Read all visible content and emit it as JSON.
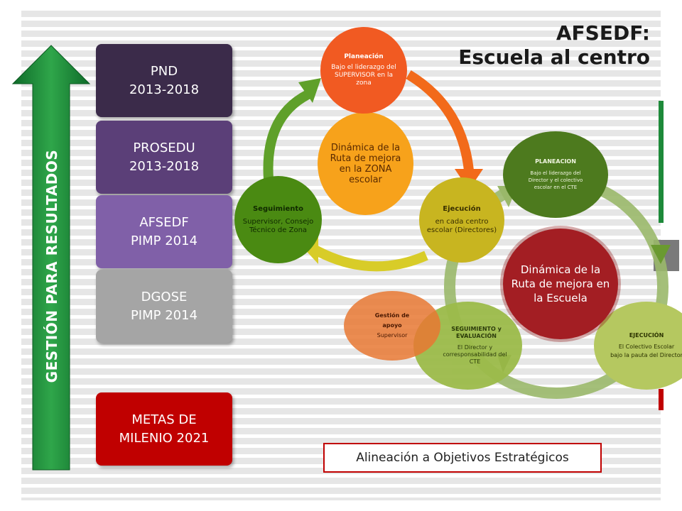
{
  "title": {
    "line1": "AFSEDF:",
    "line2": "Escuela al centro"
  },
  "vertical_label": "GESTIÓN PARA RESULTADOS",
  "blocks": [
    {
      "line1": "PND",
      "line2": "2013-2018"
    },
    {
      "line1": "PROSEDU",
      "line2": "2013-2018"
    },
    {
      "line1": "AFSEDF",
      "line2": "PIMP 2014"
    },
    {
      "line1": "DGOSE",
      "line2": "PIMP 2014"
    }
  ],
  "metas": {
    "line1": "METAS DE",
    "line2": "MILENIO 2021"
  },
  "cycle_zona": {
    "center": "Dinámica de la Ruta de mejora en la ZONA escolar",
    "planeacion": {
      "title": "Planeación",
      "text": "Bajo el liderazgo del SUPERVISOR en la zona"
    },
    "ejecucion": {
      "title": "Ejecución",
      "text": "en cada centro escolar (Directores)"
    },
    "seguimiento": {
      "title": "Seguimiento",
      "text": "Supervisor, Consejo Técnico de Zona"
    }
  },
  "cycle_escuela": {
    "center": "Dinámica de la Ruta de mejora en la Escuela",
    "planeacion": {
      "title": "PLANEACION",
      "text": "Bajo el liderazgo del Director y el colectivo escolar en el CTE"
    },
    "ejecucion": {
      "title": "EJECUCIÓN",
      "text1": "El Colectivo Escolar",
      "text2": "bajo la pauta del Director"
    },
    "seguimiento": {
      "title": "SEGUIMIENTO y EVALUACIÓN",
      "text": "El Director y corresponsabilidad del CTE"
    }
  },
  "gestion": {
    "title": "Gestión de apoyo",
    "text": "Supervisor"
  },
  "alignment": "Alineación a Objetivos Estratégicos",
  "colors": {
    "green_arrow": "#1e8a3a",
    "red": "#c00000",
    "orange": "#f15a22",
    "olive": "#c8b520",
    "dark_green": "#4a8a12"
  }
}
